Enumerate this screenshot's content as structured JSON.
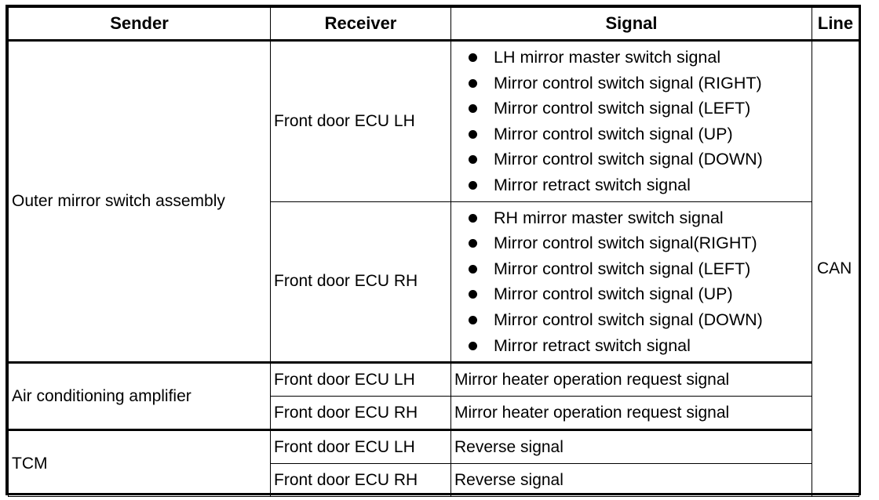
{
  "headers": {
    "sender": "Sender",
    "receiver": "Receiver",
    "signal": "Signal",
    "line": "Line"
  },
  "line_value": "CAN",
  "groups": [
    {
      "sender": "Outer mirror switch assembly",
      "rows": [
        {
          "receiver": "Front door ECU LH",
          "signals": [
            "LH mirror master switch signal",
            "Mirror control switch signal (RIGHT)",
            "Mirror control switch signal (LEFT)",
            "Mirror control switch signal (UP)",
            "Mirror control switch signal (DOWN)",
            "Mirror retract switch signal"
          ]
        },
        {
          "receiver": "Front door ECU RH",
          "signals": [
            "RH mirror master switch signal",
            "Mirror control switch signal(RIGHT)",
            "Mirror control switch signal (LEFT)",
            "Mirror control switch signal (UP)",
            "Mirror control switch signal (DOWN)",
            "Mirror retract switch signal"
          ]
        }
      ]
    },
    {
      "sender": "Air conditioning amplifier",
      "rows": [
        {
          "receiver": "Front door ECU LH",
          "signal": "Mirror heater operation request signal"
        },
        {
          "receiver": "Front door ECU RH",
          "signal": "Mirror heater operation request signal"
        }
      ]
    },
    {
      "sender": "TCM",
      "rows": [
        {
          "receiver": "Front door ECU LH",
          "signal": "Reverse signal"
        },
        {
          "receiver": "Front door ECU RH",
          "signal": "Reverse signal"
        }
      ]
    }
  ]
}
